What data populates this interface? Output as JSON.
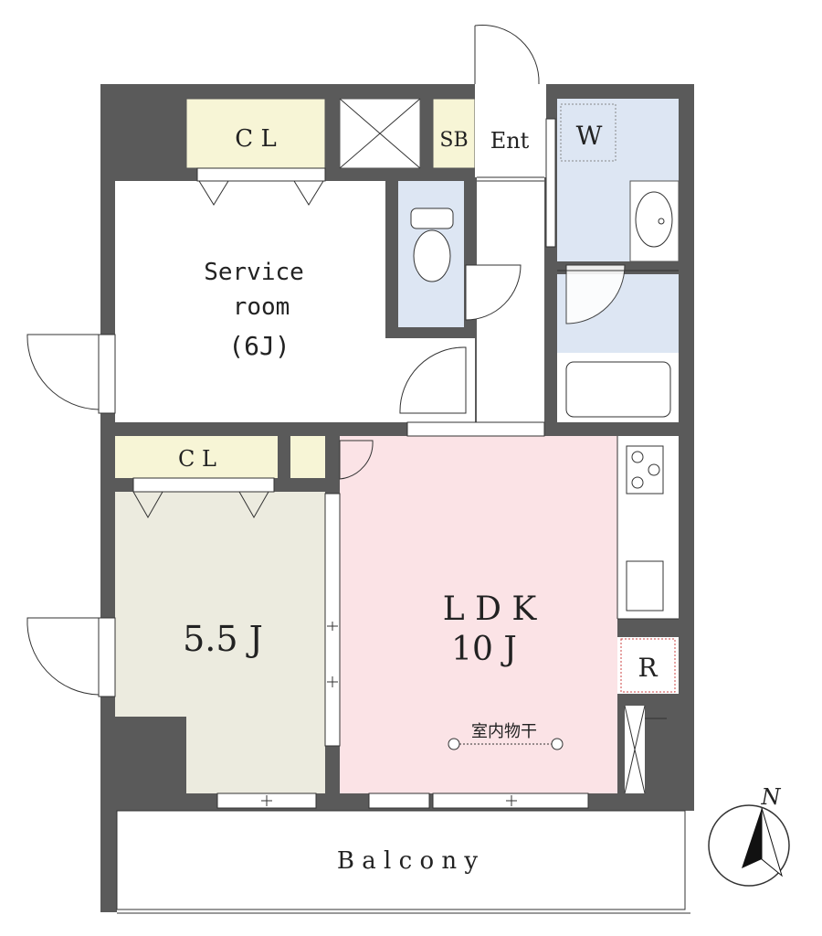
{
  "rooms": {
    "closet_top": "C L",
    "shoe_box": "SB",
    "entrance": "Ent",
    "washer": "W",
    "service_room_line1": "Service",
    "service_room_line2": "room",
    "service_room_line3": "(6J)",
    "closet_mid": "C L",
    "bedroom": "5.5 J",
    "ldk_line1": "L D K",
    "ldk_line2": "10 J",
    "fridge": "R",
    "indoor_drying": "室内物干",
    "balcony": "B a l c o n y"
  },
  "compass": {
    "label": "N"
  },
  "colors": {
    "wall": "#5a5a5a",
    "closet": "#f7f5d6",
    "wet_area": "#dde6f3",
    "ldk": "#fbe3e6",
    "bedroom": "#ecebdf",
    "room": "#ffffff"
  }
}
